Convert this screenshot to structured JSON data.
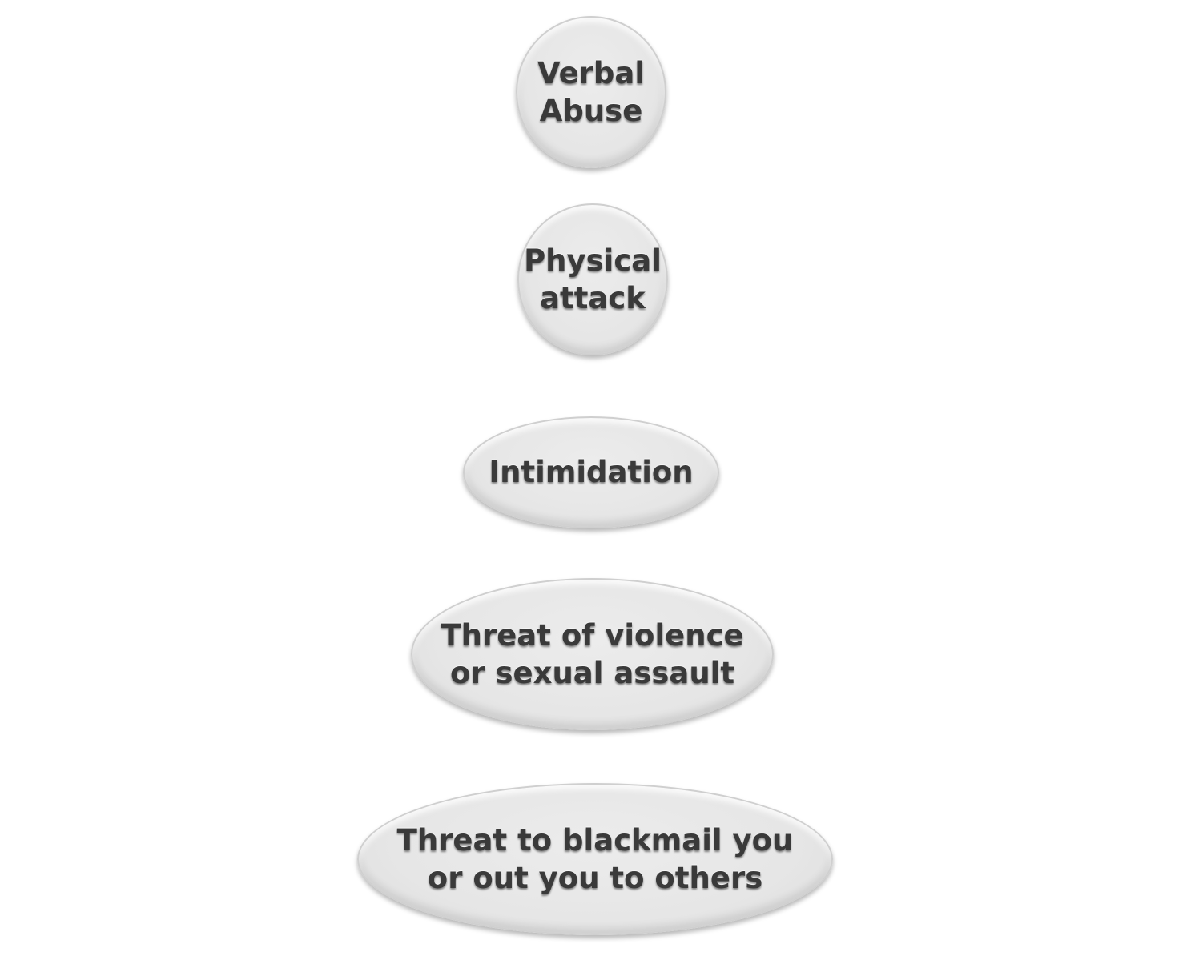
{
  "diagram": {
    "nodes": [
      {
        "id": "verbal-abuse",
        "lines": [
          "Verbal",
          "Abuse"
        ]
      },
      {
        "id": "physical-attack",
        "lines": [
          "Physical",
          "attack"
        ]
      },
      {
        "id": "intimidation",
        "lines": [
          "Intimidation"
        ]
      },
      {
        "id": "threat-violence",
        "lines": [
          "Threat of violence",
          "or sexual assault"
        ]
      },
      {
        "id": "threat-blackmail",
        "lines": [
          "Threat to blackmail you",
          "or out you to others"
        ]
      }
    ],
    "colors": {
      "fill": "#e6e6e6",
      "text": "#3a3a3a",
      "border": "#cfcfcf"
    }
  }
}
